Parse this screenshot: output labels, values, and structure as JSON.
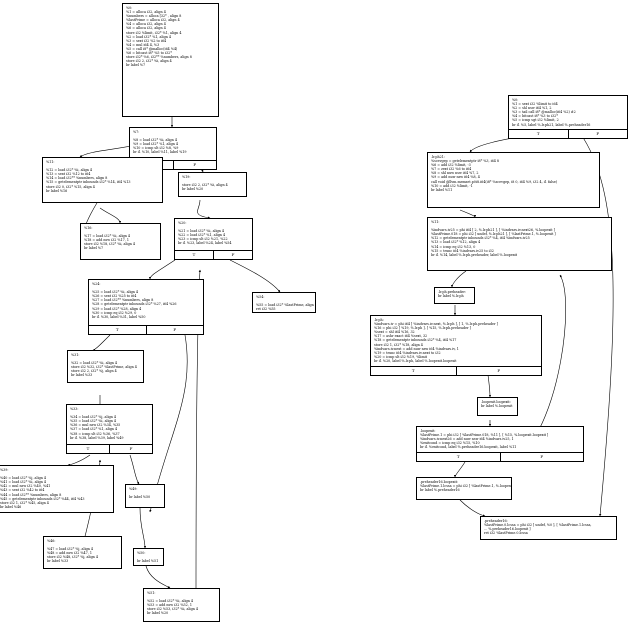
{
  "nodes": {
    "n_entry": {
      "lines": [
        "%0:",
        "%1 = alloca i32, align 4",
        "%numbers = alloca [32* , align 8",
        "%lastPrime = alloca i32, align 4",
        "%4 = alloca i32, align 4",
        "%6 = alloca i32, align 4",
        "store i32 %limit, i32* %1, align 4",
        "%2 = load i32* %1, align 4",
        "%3 = sext i32 %2 to i64",
        "%4 = mul i64 4, %3",
        "%5 = call i8* @malloc(i64 %4)",
        "%6 = bitcast i8* %5 to i32*",
        "store i32* %6, i32** %numbers, align 8",
        "store i32 2, i32* %i, align 4",
        "br label %7"
      ]
    },
    "n7": {
      "lines": [
        "%7:",
        "",
        "%8 = load i32* %i, align 4",
        "%9 = load i32* %1, align 4",
        "%10 = icmp slt i32 %8, %9",
        "br i1 %10, label %11, label %19"
      ],
      "t": "T",
      "f": "F"
    },
    "n11": {
      "lines": [
        "%11:",
        "",
        "%12 = load i32* %i, align 4",
        "%13 = sext i32 %12 to i64",
        "%14 = load i32** %numbers, align 8",
        "%15 = getelementptr inbounds i32* %14, i64 %13",
        "store i32 0, i32* %15, align 4",
        "br label %16"
      ]
    },
    "n16": {
      "lines": [
        "%16:",
        "",
        "%17 = load i32* %i, align 4",
        "%18 = add nsw i32 %17, 1",
        "store i32 %18, i32* %i, align 4",
        "br label %7"
      ]
    },
    "n19": {
      "lines": [
        "%19:",
        "",
        "store i32 2, i32* %i, align 4",
        "br label %20"
      ]
    },
    "n20": {
      "lines": [
        "%20:",
        "",
        "%21 = load i32* %i, align 4",
        "%22 = load i32* %1, align 4",
        "%23 = icmp slt i32 %21, %22",
        "br i1 %23, label %24, label %54"
      ],
      "t": "T",
      "f": "F"
    },
    "n24": {
      "lines": [
        "%24:",
        "",
        "%25 = load i32* %i, align 4",
        "%26 = sext i32 %25 to i64",
        "%27 = load i32** %numbers, align 8",
        "%28 = getelementptr inbounds i32* %27, i64 %26",
        "%29 = load i32* %28, align 4",
        "%30 = icmp eq i32 %29, 0",
        "br i1 %30, label %31, label %50"
      ],
      "t": "T",
      "f": "F"
    },
    "n54": {
      "lines": [
        "%54:",
        "",
        "%55 = load i32* %lastPrime, align 4",
        "ret i32 %55"
      ]
    },
    "n31": {
      "lines": [
        "%31:",
        "",
        "%32 = load i32* %i, align 4",
        "store i32 %32, i32* %lastPrime, align 4",
        "store i32 2, i32* %j, align 4",
        "br label %33"
      ]
    },
    "n33": {
      "lines": [
        "%33:",
        "",
        "%34 = load i32* %j, align 4",
        "%35 = load i32* %i, align 4",
        "%36 = mul nsw i32 %34, %35",
        "%37 = load i32* %1, align 4",
        "%38 = icmp slt i32 %36, %37",
        "br i1 %38, label %39, label %49"
      ],
      "t": "T",
      "f": "F"
    },
    "n39": {
      "lines": [
        "%39:",
        "",
        "%40 = load i32* %j, align 4",
        "%41 = load i32* %i, align 4",
        "%42 = mul nsw i32 %40, %41",
        "%43 = sext i32 %42 to i64",
        "%44 = load i32** %numbers, align 8",
        "%45 = getelementptr inbounds i32* %44, i64 %43",
        "store i32 1, i32* %45, align 4",
        "br label %46"
      ]
    },
    "n49": {
      "lines": [
        "%49:",
        "",
        "br label %50"
      ]
    },
    "n46": {
      "lines": [
        "%46:",
        "",
        "%47 = load i32* %j, align 4",
        "%48 = add nsw i32 %47, 1",
        "store i32 %48, i32* %j, align 4",
        "br label %33"
      ]
    },
    "n50": {
      "lines": [
        "%50:",
        "",
        "br label %51"
      ]
    },
    "n51": {
      "lines": [
        "%51:",
        "",
        "%52 = load i32* %i, align 4",
        "%53 = add nsw i32 %52, 1",
        "store i32 %53, i32* %i, align 4",
        "br label %20"
      ]
    },
    "r0": {
      "lines": [
        "%0:",
        "%1 = sext i32 %limit to i64",
        "%2 = shl nsw i64 %1, 2",
        "%3 = tail call i8* @malloc(i64 %2) #2",
        "%4 = bitcast i8* %3 to i32*",
        "%5 = icmp sgt i32 %limit, 2",
        "br i1 %5, label %.lr.ph21, label %.preheader16"
      ],
      "t": "T",
      "f": "F"
    },
    "r_lrph21": {
      "lines": [
        ".lr.ph21:",
        "%scevgep = getelementptr i8* %3, i64 8",
        "%6 = add i32 %limit, -3",
        "%7 = zext i32 %6 to i64",
        "%8 = shl nuw nsw i64 %7, 2",
        "%9 = add nuw nsw i64 %8, 4",
        "call void @llvm.memset.p0i8.i64(i8* %scevgep, i8 0, i64 %9, i32 4, i1 false)",
        "%10 = add i32 %limit, -1",
        "br label %11"
      ]
    },
    "r11": {
      "lines": [
        "%11:",
        "",
        "%indvars.iv25 = phi i64 [ 2, %.lr.ph21 ], [ %indvars.iv.next26, %.loopexit ]",
        "%lastPrime.018 = phi i32 [ undef, %.lr.ph21 ], [ %lastPrime.1, %.loopexit ]",
        "%12 = getelementptr inbounds i32* %4, i64 %indvars.iv25",
        "%13 = load i32* %12, align 4",
        "%14 = icmp eq i32 %13, 0",
        "%15 = trunc i64 %indvars.iv25 to i32",
        "br i1 %14, label %.lr.ph.preheader, label %.loopexit"
      ]
    },
    "r_preh": {
      "lines": [
        ".lr.ph.preheader:",
        "br label %.lr.ph"
      ]
    },
    "r_lrph": {
      "lines": [
        ".lr.ph:",
        "%indvars.iv = phi i64 [ %indvars.iv.next, %.lr.ph ], [ 1, %.lr.ph.preheader ]",
        "%16 = phi i32 [ %19, %.lr.ph ], [ %15, %.lr.ph.preheader ]",
        "%sext = shl i64 %16, 32",
        "%17 = ashr exact i64 %sext, 32",
        "%18 = getelementptr inbounds i32* %4, i64 %17",
        "store i32 1, i32* %18, align 4",
        "%indvars.iv.next = add nuw nsw i64 %indvars.iv, 1",
        "%19 = trunc i64 %indvars.iv.next to i32",
        "%20 = icmp slt i32 %19, %limit",
        "br i1 %20, label %.lr.ph, label %.loopexit.loopexit"
      ],
      "t": "T",
      "f": "F"
    },
    "r_lexl": {
      "lines": [
        ".loopexit.loopexit:",
        "br label %.loopexit"
      ]
    },
    "r_lex": {
      "lines": [
        ".loopexit:",
        "%lastPrime.1 = phi i32 [ %lastPrime.018, %11 ], [ %15, %.loopexit.loopexit ]",
        "%indvars.iv.next26 = add nuw nsw i64 %indvars.iv25, 1",
        "%exitcond = icmp eq i32 %15, %10",
        "br i1 %exitcond, label %.preheader16.loopexit, label %11"
      ],
      "t": "T",
      "f": "F"
    },
    "r_p16l": {
      "lines": [
        ".preheader16.loopexit:",
        "%lastPrime.1.lcssa = phi i32 [ %lastPrime.1, %.loopexit ]",
        "br label %.preheader16"
      ]
    },
    "r_p16": {
      "lines": [
        ".preheader16:",
        "%lastPrime.0.lcssa = phi i32 [ undef, %0 ], [ %lastPrime.1.lcssa,",
        "... %.preheader16.loopexit ]",
        "ret i32 %lastPrime.0.lcssa"
      ]
    }
  }
}
